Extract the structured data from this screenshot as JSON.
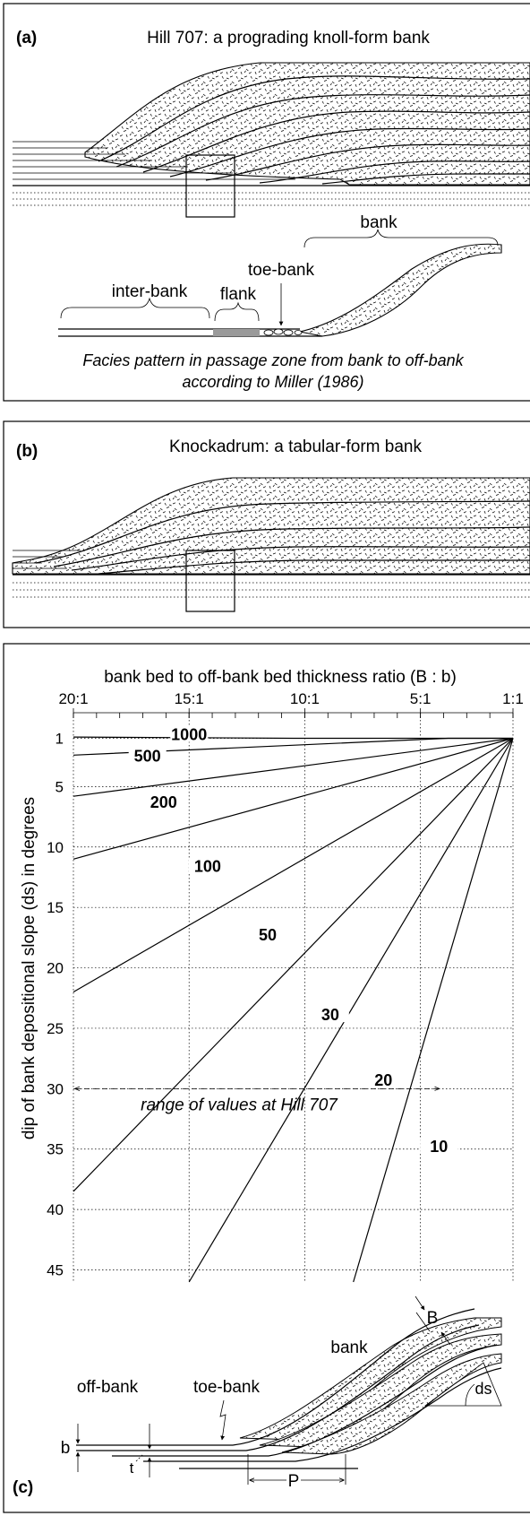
{
  "panel_a": {
    "label": "(a)",
    "title": "Hill 707: a prograding knoll-form bank",
    "labels": {
      "bank": "bank",
      "toe_bank": "toe-bank",
      "inter_bank": "inter-bank",
      "flank": "flank"
    },
    "caption_line1": "Facies pattern in passage zone from bank to off-bank",
    "caption_line2": "according to Miller (1986)"
  },
  "panel_b": {
    "label": "(b)",
    "title": "Knockadrum: a tabular-form bank"
  },
  "panel_c": {
    "label": "(c)",
    "labels": {
      "off_bank": "off-bank",
      "toe_bank": "toe-bank",
      "bank": "bank",
      "B": "B",
      "b": "b",
      "t": "t",
      "P": "P",
      "ds": "ds"
    }
  },
  "chart_data": {
    "type": "line",
    "title": "bank bed to off-bank bed thickness ratio (B : b)",
    "ylabel": "dip of bank depositional slope (ds) in degrees",
    "x_ticks": [
      "20:1",
      "15:1",
      "10:1",
      "5:1",
      "1:1"
    ],
    "y_ticks": [
      "1",
      "5",
      "10",
      "15",
      "20",
      "25",
      "30",
      "35",
      "40",
      "45"
    ],
    "xlim": [
      20,
      1
    ],
    "ylim": [
      0,
      46
    ],
    "series": [
      {
        "name": "1000",
        "points": [
          [
            20,
            0.9
          ],
          [
            10.5,
            1.0
          ],
          [
            1,
            1.0
          ]
        ]
      },
      {
        "name": "500",
        "points": [
          [
            20,
            2.4
          ],
          [
            3.8,
            1.0
          ],
          [
            1,
            1.0
          ]
        ]
      },
      {
        "name": "200",
        "points": [
          [
            20,
            5.8
          ],
          [
            1,
            1.0
          ]
        ]
      },
      {
        "name": "100",
        "points": [
          [
            20,
            11.0
          ],
          [
            1,
            1.0
          ]
        ]
      },
      {
        "name": "50",
        "points": [
          [
            20,
            22.0
          ],
          [
            1,
            1.0
          ]
        ]
      },
      {
        "name": "30",
        "points": [
          [
            20,
            38.5
          ],
          [
            1,
            1.0
          ]
        ]
      },
      {
        "name": "20",
        "points": [
          [
            15,
            46.0
          ],
          [
            1,
            1.0
          ]
        ]
      },
      {
        "name": "10",
        "points": [
          [
            7.9,
            46.0
          ],
          [
            1,
            1.0
          ]
        ]
      }
    ],
    "annotation": {
      "text": "range of values at Hill 707",
      "y": 30,
      "x_from": 20,
      "x_to": 4.2
    },
    "grid": true
  }
}
